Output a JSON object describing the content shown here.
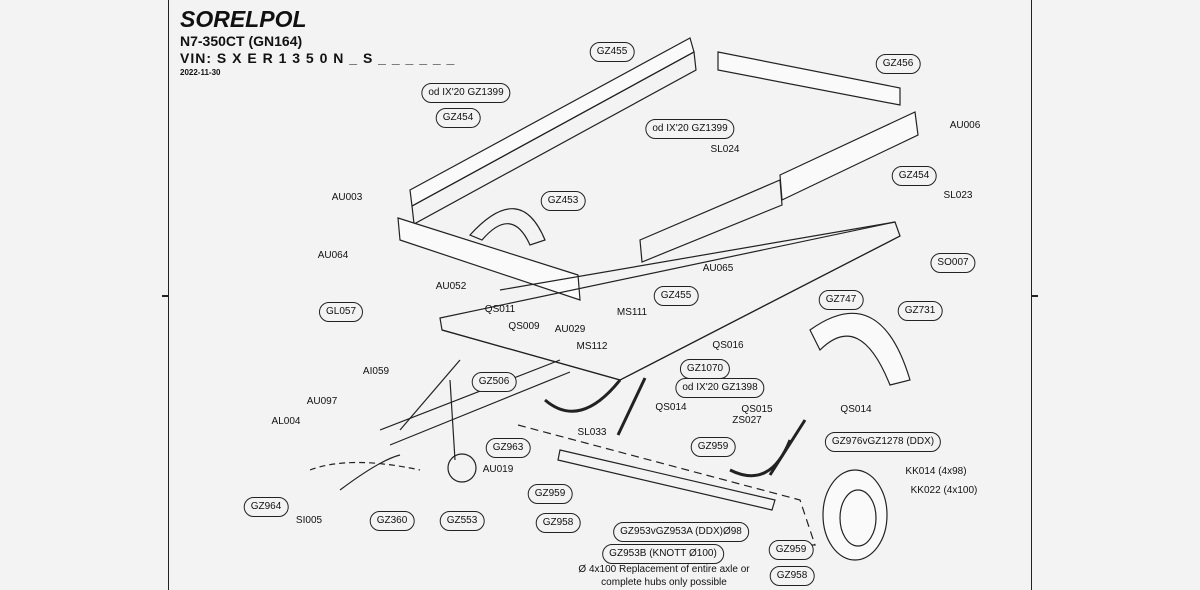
{
  "header": {
    "brand": "SORELPOL",
    "model": "N7-350CT (GN164)",
    "vin": "VIN: S X E R 1 3 5 0 N _ S _ _ _ _ _ _",
    "date": "2022-11-30"
  },
  "labels": [
    "GZ455",
    "od IX'20 GZ1399",
    "GZ456",
    "AU006",
    "GZ454",
    "od IX'20 GZ1399",
    "SL024",
    "GZ454",
    "AU003",
    "GZ453",
    "SL023",
    "AU064",
    "SO007",
    "AU065",
    "GZ455",
    "GZ747",
    "AU052",
    "QS011",
    "GL057",
    "MS111",
    "GZ731",
    "QS009",
    "AU029",
    "MS112",
    "QS016",
    "GZ1070",
    "AI059",
    "GZ506",
    "od IX'20 GZ1398",
    "AU097",
    "QS014",
    "QS015",
    "QS014",
    "ZS027",
    "AL004",
    "SL033",
    "GZ976vGZ1278 (DDX)",
    "GZ959",
    "GZ963",
    "KK014 (4x98)",
    "AU019",
    "GZ959",
    "KK022 (4x100)",
    "GZ964",
    "GZ360",
    "GZ553",
    "GZ958",
    "SI005",
    "GZ953vGZ953A (DDX)Ø98",
    "GZ959",
    "GZ953B (KNOTT Ø100)",
    "GZ958"
  ],
  "note": {
    "line1": "Ø 4x100 Replacement of entire axle or",
    "line2": "complete hubs only possible"
  }
}
